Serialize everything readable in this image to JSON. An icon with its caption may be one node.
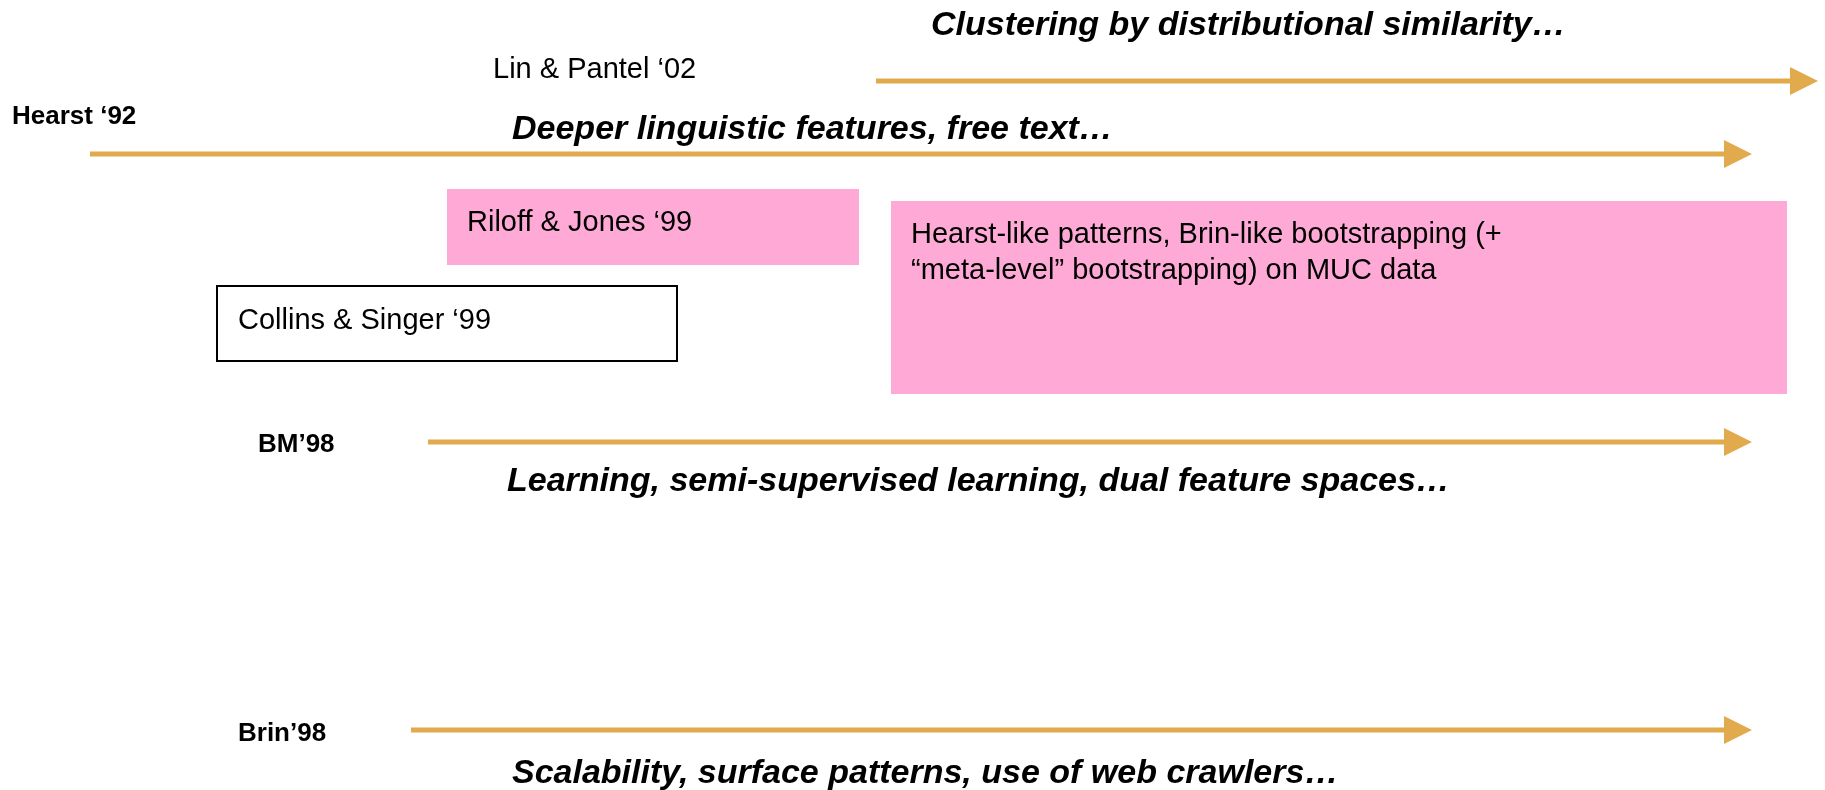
{
  "diagram": {
    "nodes": [
      {
        "text": [
          "Lin & Pantel ‘02"
        ]
      },
      {
        "text": [
          "Hearst ‘92"
        ]
      },
      {
        "text": [
          "Riloff & Jones ‘99"
        ]
      },
      {
        "text": [
          "Collins & Singer ‘99"
        ]
      },
      {
        "text": [
          "Hearst-like patterns, Brin-like bootstrapping (+ “meta-level” bootstrapping) on MUC data"
        ]
      },
      {
        "text": [
          "BM’98"
        ]
      },
      {
        "text": [
          "Brin’98"
        ]
      }
    ],
    "labels": [
      "Clustering by distributional similarity…",
      "Deeper linguistic features, free text…",
      "Learning, semi-supervised learning, dual feature spaces…",
      "Scalability, surface patterns, use of web crawlers…"
    ]
  }
}
